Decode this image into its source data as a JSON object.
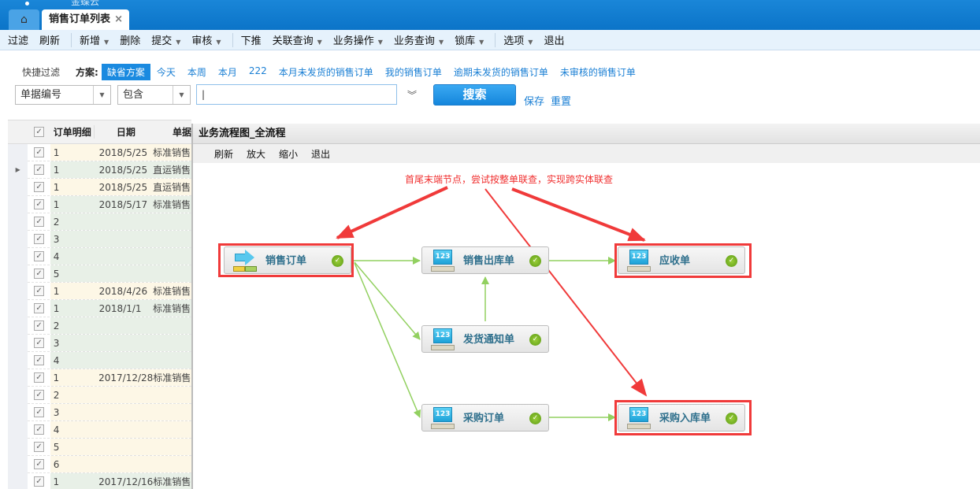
{
  "app": {
    "brand": "金蝶云",
    "home_icon": "home-icon",
    "tab_title": "销售订单列表",
    "tab_close": "×"
  },
  "toolbar": [
    {
      "label": "过滤"
    },
    {
      "label": "刷新",
      "sep_after": true
    },
    {
      "label": "新增",
      "dropdown": true
    },
    {
      "label": "删除"
    },
    {
      "label": "提交",
      "dropdown": true
    },
    {
      "label": "审核",
      "dropdown": true,
      "sep_after": true
    },
    {
      "label": "下推"
    },
    {
      "label": "关联查询",
      "dropdown": true
    },
    {
      "label": "业务操作",
      "dropdown": true
    },
    {
      "label": "业务查询",
      "dropdown": true
    },
    {
      "label": "锁库",
      "dropdown": true,
      "sep_after": true
    },
    {
      "label": "选项",
      "dropdown": true
    },
    {
      "label": "退出"
    }
  ],
  "quick_filter": {
    "label": "快捷过滤",
    "scheme_label": "方案:",
    "selected": "缺省方案",
    "options": [
      "今天",
      "本周",
      "本月",
      "222",
      "本月未发货的销售订单",
      "我的销售订单",
      "逾期未发货的销售订单",
      "未审核的销售订单"
    ]
  },
  "filter": {
    "field": "单据编号",
    "operator": "包含",
    "value": "",
    "search": "搜索",
    "save": "保存",
    "reset": "重置"
  },
  "grid": {
    "headers": [
      "订单明细",
      "日期",
      "单据"
    ],
    "rows": [
      {
        "seq": "1",
        "date": "2018/5/25",
        "type": "标准销售",
        "tone": "yel"
      },
      {
        "seq": "1",
        "date": "2018/5/25",
        "type": "直运销售",
        "tone": "grn",
        "current": true
      },
      {
        "seq": "1",
        "date": "2018/5/25",
        "type": "直运销售",
        "tone": "yel"
      },
      {
        "seq": "1",
        "date": "2018/5/17",
        "type": "标准销售",
        "tone": "grn"
      },
      {
        "seq": "2",
        "date": "",
        "type": "",
        "tone": "grn"
      },
      {
        "seq": "3",
        "date": "",
        "type": "",
        "tone": "grn"
      },
      {
        "seq": "4",
        "date": "",
        "type": "",
        "tone": "grn"
      },
      {
        "seq": "5",
        "date": "",
        "type": "",
        "tone": "grn"
      },
      {
        "seq": "1",
        "date": "2018/4/26",
        "type": "标准销售",
        "tone": "yel"
      },
      {
        "seq": "1",
        "date": "2018/1/1",
        "type": "标准销售",
        "tone": "grn"
      },
      {
        "seq": "2",
        "date": "",
        "type": "",
        "tone": "grn"
      },
      {
        "seq": "3",
        "date": "",
        "type": "",
        "tone": "grn"
      },
      {
        "seq": "4",
        "date": "",
        "type": "",
        "tone": "grn"
      },
      {
        "seq": "1",
        "date": "2017/12/28",
        "type": "标准销售",
        "tone": "yel"
      },
      {
        "seq": "2",
        "date": "",
        "type": "",
        "tone": "yel"
      },
      {
        "seq": "3",
        "date": "",
        "type": "",
        "tone": "yel"
      },
      {
        "seq": "4",
        "date": "",
        "type": "",
        "tone": "yel"
      },
      {
        "seq": "5",
        "date": "",
        "type": "",
        "tone": "yel"
      },
      {
        "seq": "6",
        "date": "",
        "type": "",
        "tone": "yel"
      },
      {
        "seq": "1",
        "date": "2017/12/16",
        "type": "标准销售",
        "tone": "grn"
      }
    ]
  },
  "dialog": {
    "title": "业务流程图_全流程",
    "menu": [
      "刷新",
      "放大",
      "缩小",
      "退出"
    ],
    "nodes": {
      "sales_order": "销售订单",
      "sales_outbound": "销售出库单",
      "receivable": "应收单",
      "delivery_notice": "发货通知单",
      "purchase_order": "采购订单",
      "purchase_inbound": "采购入库单"
    },
    "annotation": "首尾末端节点，尝试按整单联查，实现跨实体联查",
    "colors": {
      "flow_line": "#92d060",
      "highlight": "#f03a3a",
      "node_text": "#2e6f8c"
    }
  }
}
